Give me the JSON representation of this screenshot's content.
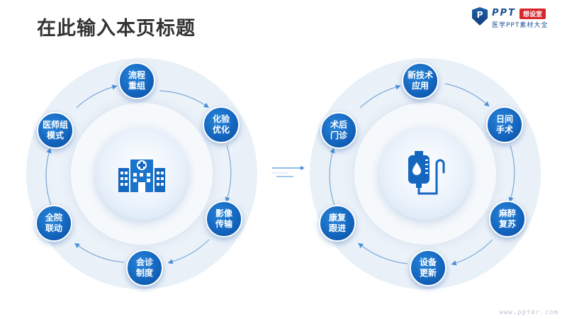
{
  "title": "在此输入本页标题",
  "brand": {
    "shield_letter": "P",
    "name": "PPT",
    "tag": "想设室",
    "subtitle": "医学PPT素材大全"
  },
  "left_diagram": {
    "center_icon": "hospital-building-icon",
    "nodes": [
      {
        "line1": "流程",
        "line2": "重组"
      },
      {
        "line1": "化验",
        "line2": "优化"
      },
      {
        "line1": "影像",
        "line2": "传输"
      },
      {
        "line1": "会诊",
        "line2": "制度"
      },
      {
        "line1": "全院",
        "line2": "联动"
      },
      {
        "line1": "医师组",
        "line2": "模式"
      }
    ]
  },
  "right_diagram": {
    "center_icon": "iv-drip-bag-icon",
    "nodes": [
      {
        "line1": "新技术",
        "line2": "应用"
      },
      {
        "line1": "日间",
        "line2": "手术"
      },
      {
        "line1": "麻醉",
        "line2": "复苏"
      },
      {
        "line1": "设备",
        "line2": "更新"
      },
      {
        "line1": "康复",
        "line2": "跟进"
      },
      {
        "line1": "术后",
        "line2": "门诊"
      }
    ]
  },
  "watermark": "www.ppter.com",
  "colors": {
    "node_blue": "#1466bf",
    "title": "#333333",
    "arrow": "#4a90d9"
  }
}
